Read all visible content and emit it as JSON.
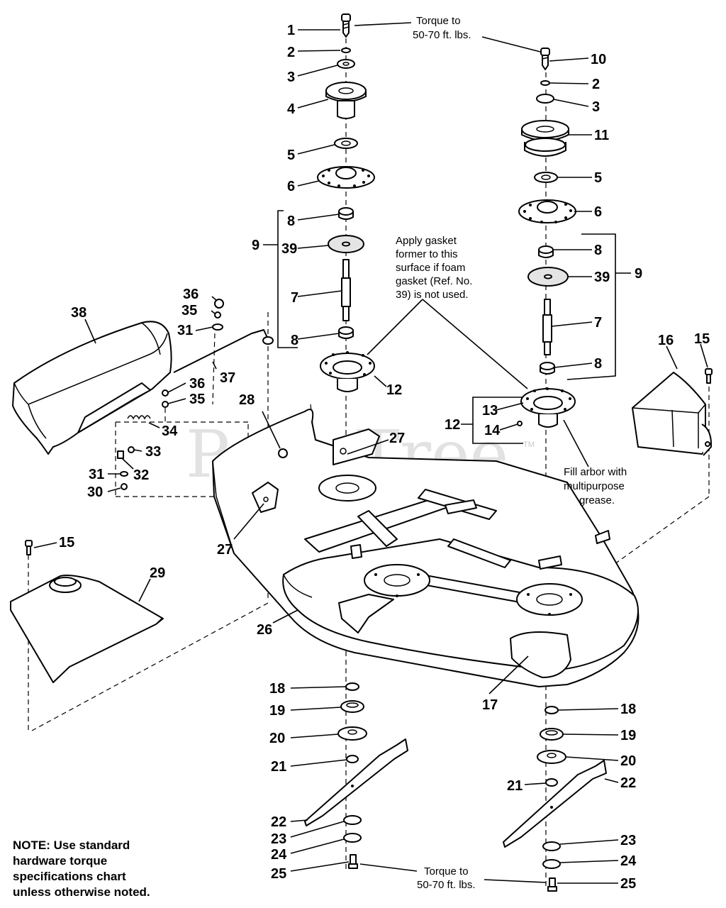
{
  "notes": {
    "torque_top_1": "Torque to",
    "torque_top_2": "50-70 ft. lbs.",
    "gasket_1": "Apply gasket",
    "gasket_2": "former to this",
    "gasket_3": "surface if foam",
    "gasket_4": "gasket (Ref. No.",
    "gasket_5": "39) is not used.",
    "grease_1": "Fill arbor with",
    "grease_2": "multipurpose",
    "grease_3": "grease.",
    "torque_bottom_1": "Torque to",
    "torque_bottom_2": "50-70 ft. lbs.",
    "note_1": "NOTE:  Use standard",
    "note_2": "hardware torque",
    "note_3": "specifications chart",
    "note_4": "unless otherwise noted."
  },
  "watermark": {
    "text": "PartsTree",
    "tm": "TM"
  },
  "callouts": {
    "c1": "1",
    "c2a": "2",
    "c3a": "3",
    "c4": "4",
    "c5a": "5",
    "c6a": "6",
    "c8a": "8",
    "c9a": "9",
    "c39a": "39",
    "c7a": "7",
    "c8b": "8",
    "c12a": "12",
    "c10": "10",
    "c2b": "2",
    "c3b": "3",
    "c11": "11",
    "c5b": "5",
    "c6b": "6",
    "c8c": "8",
    "c9b": "9",
    "c39b": "39",
    "c7b": "7",
    "c8d": "8",
    "c13": "13",
    "c14": "14",
    "c12b": "12",
    "c16": "16",
    "c15a": "15",
    "c36a": "36",
    "c35a": "35",
    "c31a": "31",
    "c38": "38",
    "c37": "37",
    "c36b": "36",
    "c35b": "35",
    "c34": "34",
    "c33": "33",
    "c32": "32",
    "c31b": "31",
    "c30": "30",
    "c28": "28",
    "c27a": "27",
    "c27b": "27",
    "c15b": "15",
    "c29": "29",
    "c26": "26",
    "c17": "17",
    "c18a": "18",
    "c19a": "19",
    "c20a": "20",
    "c21a": "21",
    "c22a": "22",
    "c23a": "23",
    "c24a": "24",
    "c25a": "25",
    "c18b": "18",
    "c19b": "19",
    "c20b": "20",
    "c21b": "21",
    "c22b": "22",
    "c23b": "23",
    "c24b": "24",
    "c25b": "25"
  }
}
